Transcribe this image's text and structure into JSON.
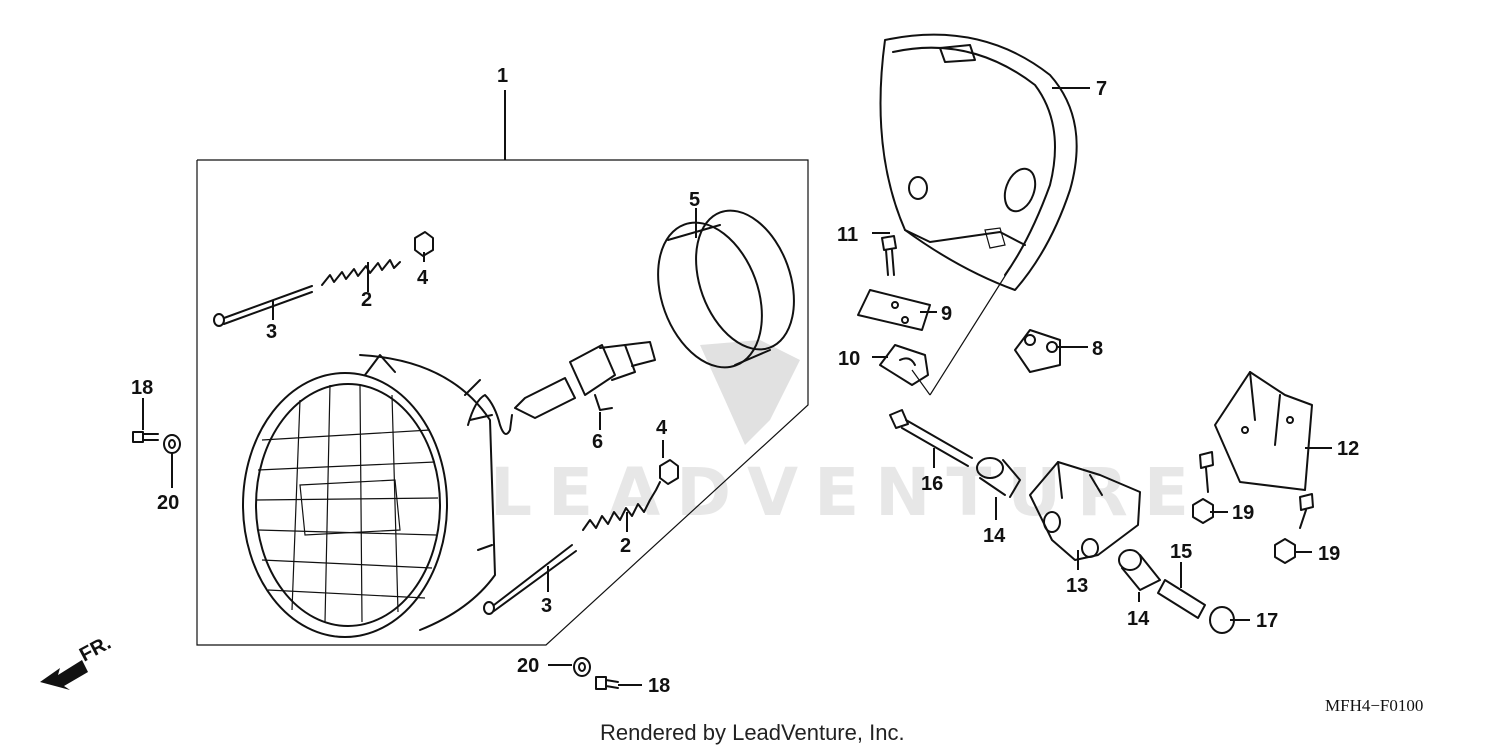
{
  "diagram": {
    "watermark": "LEADVENTURE",
    "figure_code": "MFH4−F0100",
    "credit": "Rendered by LeadVenture, Inc.",
    "direction_label": "FR.",
    "callouts": {
      "p1": "1",
      "p2a": "2",
      "p2b": "2",
      "p3a": "3",
      "p3b": "3",
      "p4a": "4",
      "p4b": "4",
      "p5": "5",
      "p6": "6",
      "p7": "7",
      "p8": "8",
      "p9": "9",
      "p10": "10",
      "p11": "11",
      "p12": "12",
      "p13": "13",
      "p14a": "14",
      "p14b": "14",
      "p15": "15",
      "p16": "16",
      "p17": "17",
      "p18a": "18",
      "p18b": "18",
      "p19a": "19",
      "p19b": "19",
      "p20a": "20",
      "p20b": "20"
    }
  }
}
